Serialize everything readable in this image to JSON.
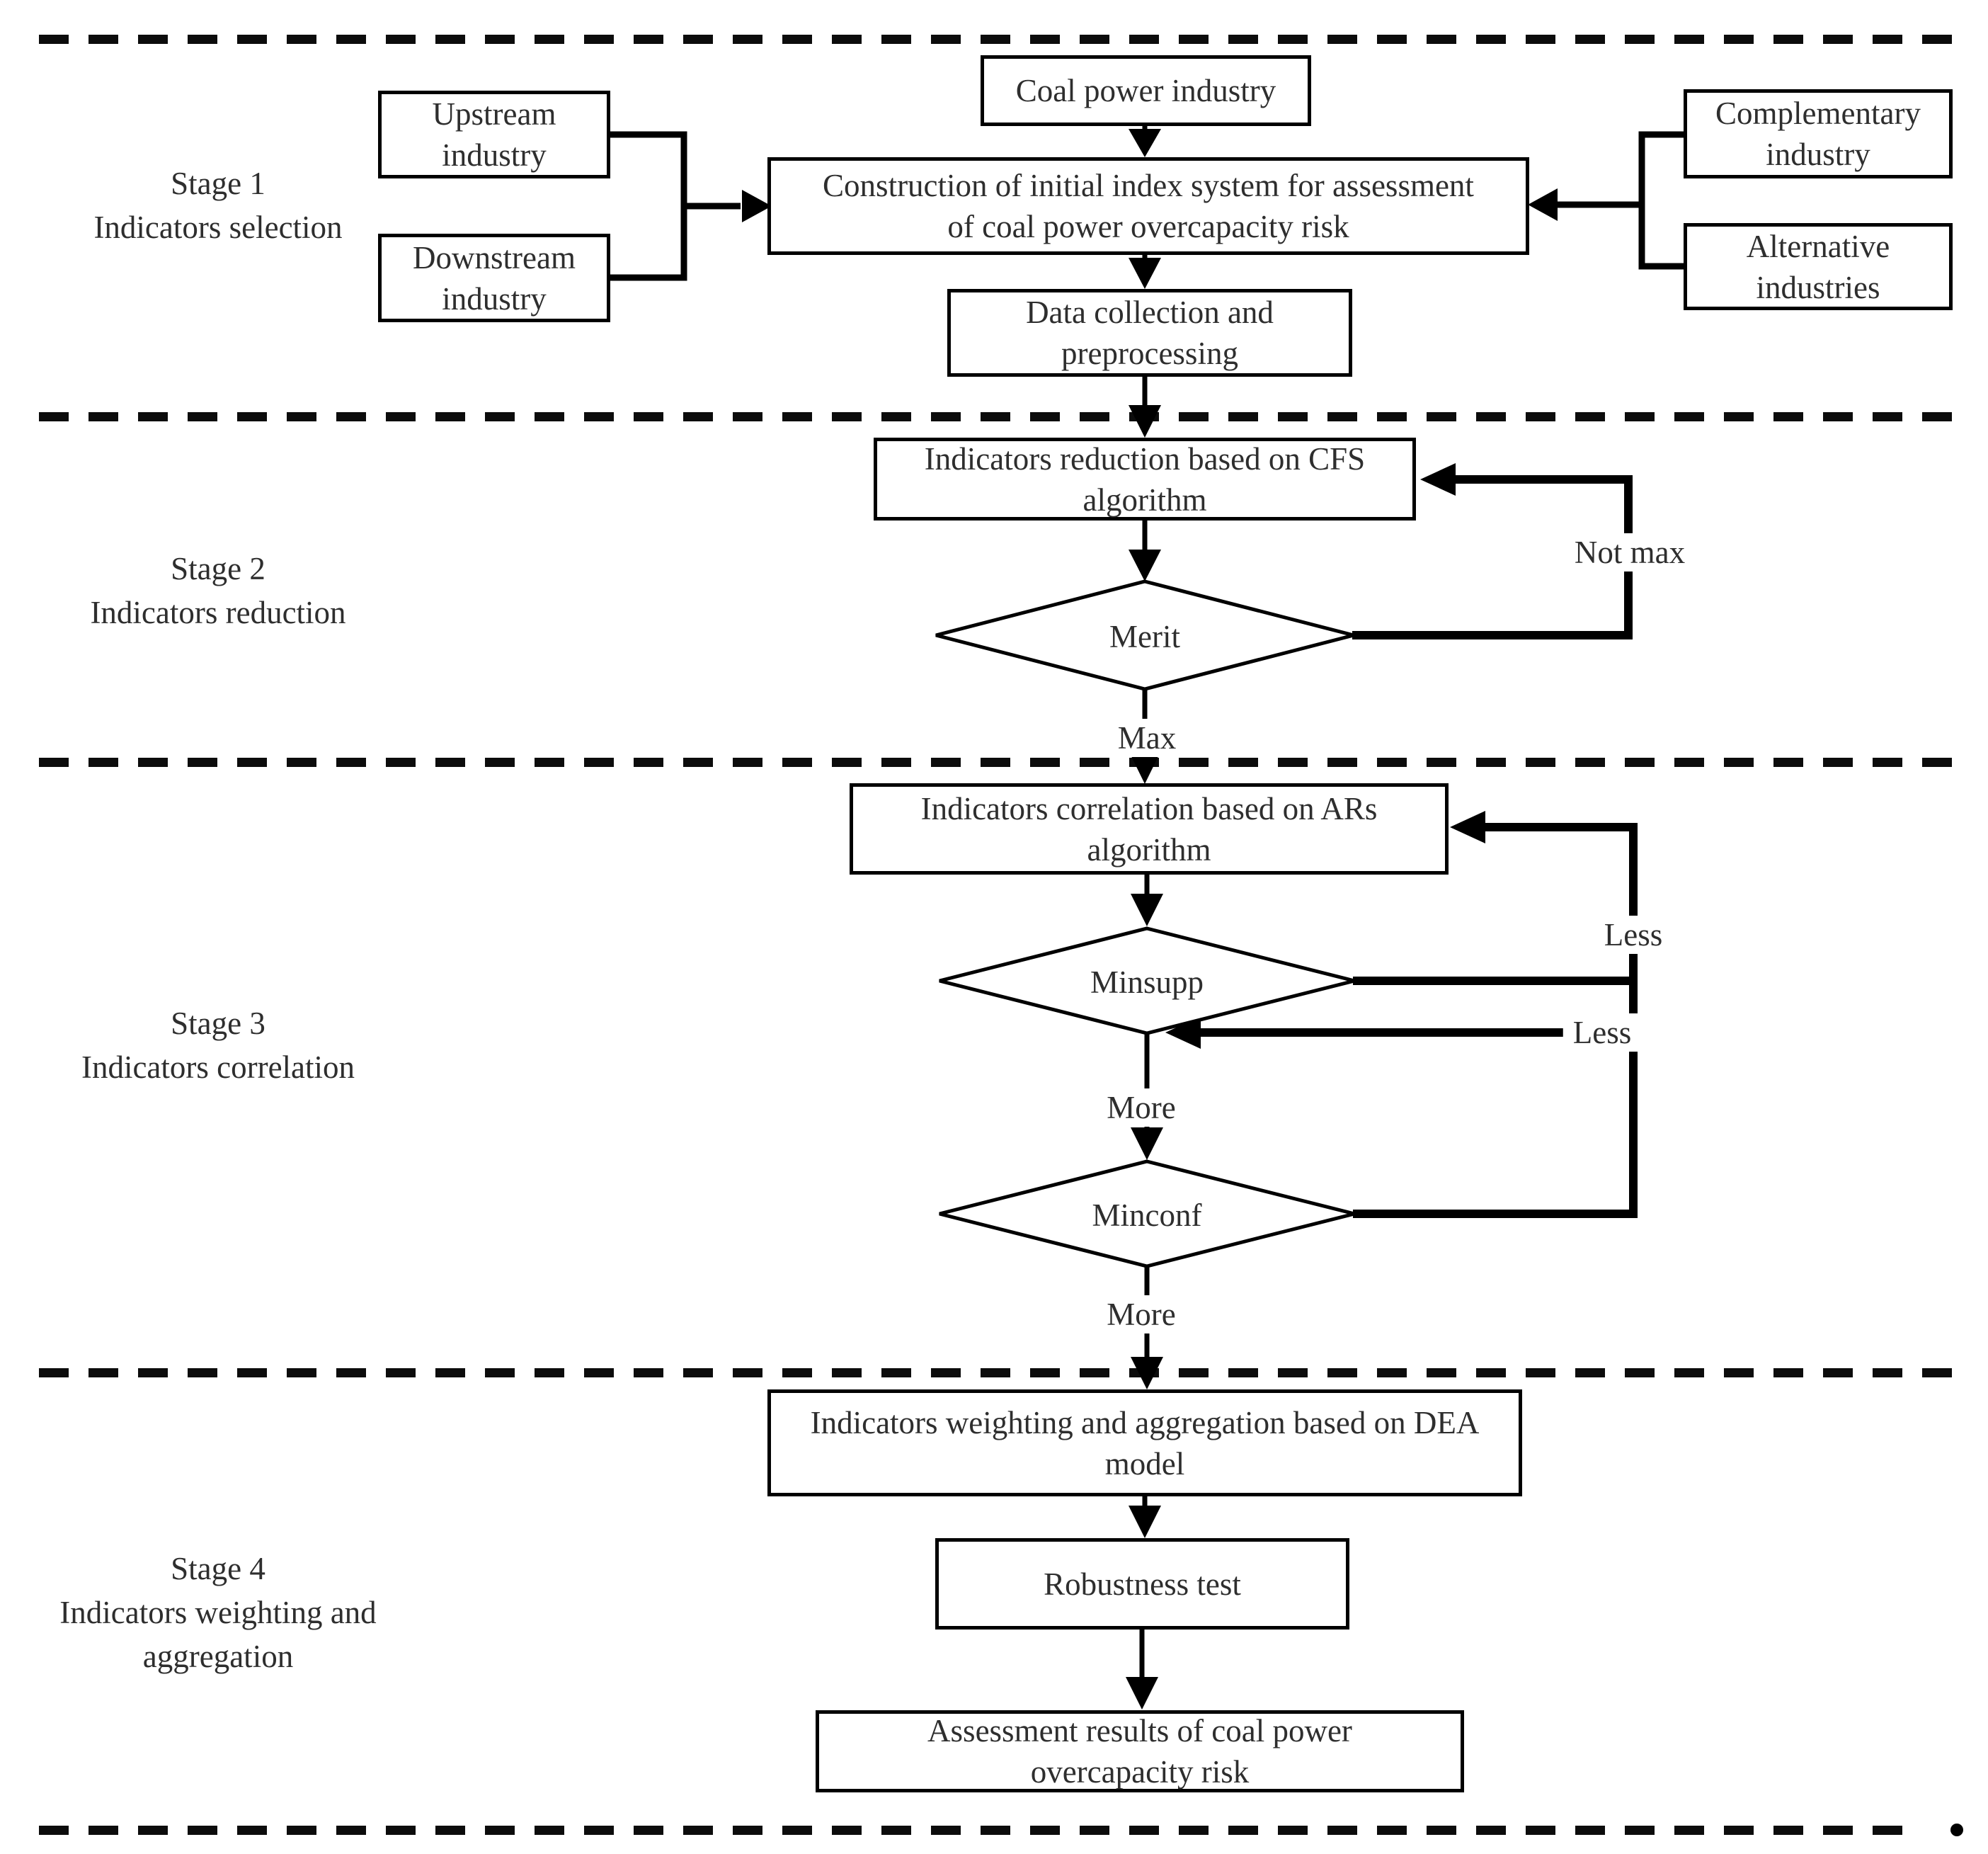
{
  "figure": {
    "type": "flowchart",
    "background": "#ffffff",
    "line_color": "#000000",
    "text_color": "#2e2e2e"
  },
  "stage_labels": {
    "stage1": "Stage 1\nIndicators selection",
    "stage2": "Stage 2\nIndicators reduction",
    "stage3": "Stage 3\nIndicators correlation",
    "stage4": "Stage 4\nIndicators weighting and\naggregation"
  },
  "boxes": {
    "coal_power_industry": "Coal power industry",
    "upstream_industry": "Upstream\nindustry",
    "downstream_industry": "Downstream\nindustry",
    "complementary_industry": "Complementary\nindustry",
    "alternative_industries": "Alternative\nindustries",
    "construction_index_system": "Construction of initial index system for assessment\nof coal power overcapacity risk",
    "data_collection": "Data collection and\npreprocessing",
    "cfs_reduction": "Indicators reduction based on CFS\nalgorithm",
    "ars_correlation": "Indicators correlation based on ARs\nalgorithm",
    "dea_weighting": "Indicators weighting and aggregation based on DEA\nmodel",
    "robustness_test": "Robustness test",
    "assessment_results": "Assessment results of coal power\novercapacity risk"
  },
  "decisions": {
    "merit": "Merit",
    "minsupp": "Minsupp",
    "minconf": "Minconf"
  },
  "edge_labels": {
    "not_max": "Not max",
    "max": "Max",
    "less_minsupp": "Less",
    "less_minconf": "Less",
    "more_minsupp": "More",
    "more_minconf": "More"
  }
}
